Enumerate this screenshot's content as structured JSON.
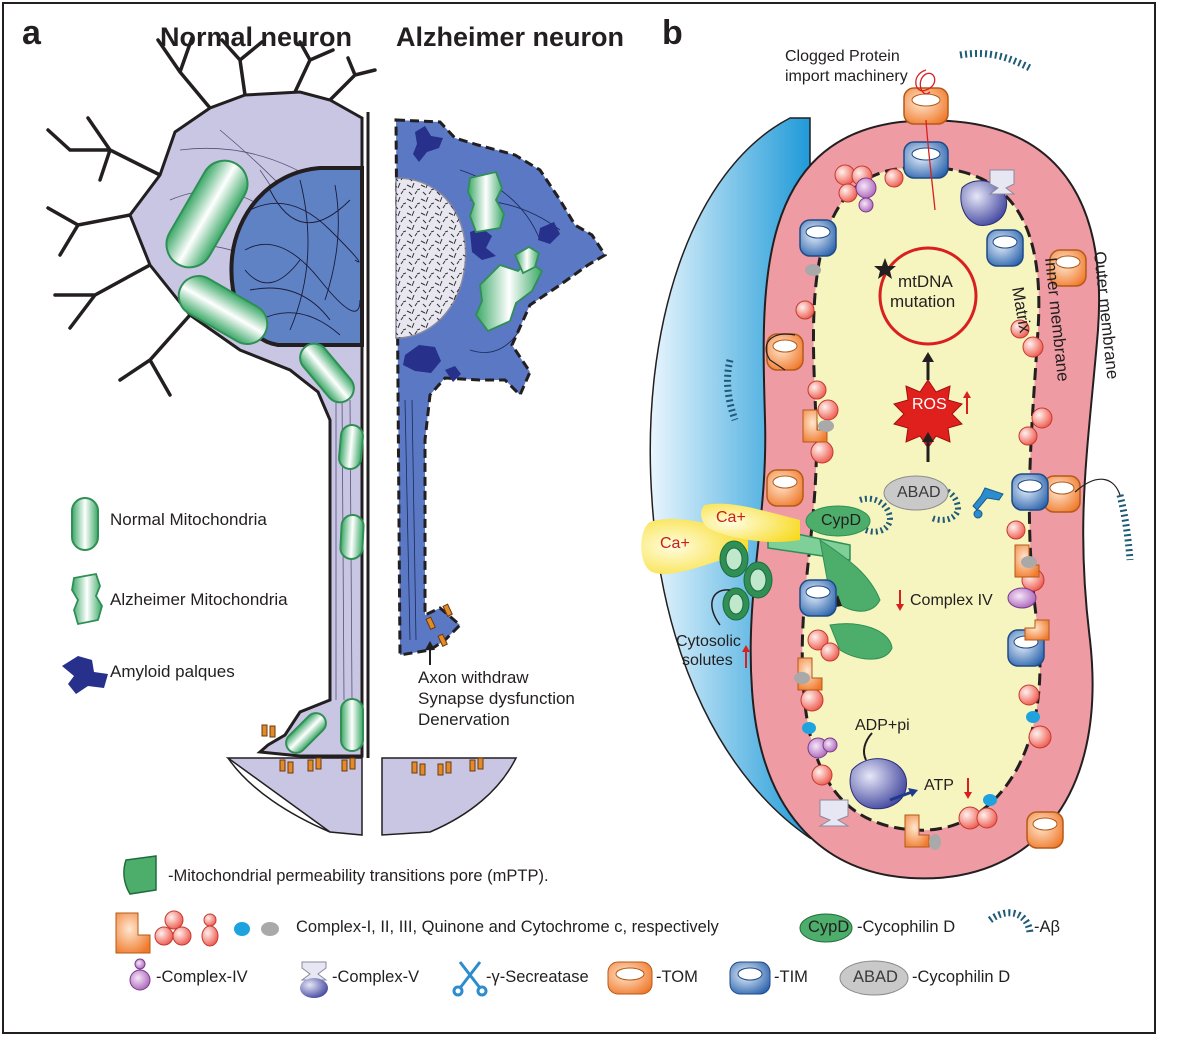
{
  "panel_a": {
    "letter": "a",
    "title_left": "Normal neuron",
    "title_right": "Alzheimer neuron",
    "legend": {
      "normal_mito": "Normal Mitochondria",
      "alz_mito": "Alzheimer Mitochondria",
      "amyloid": "Amyloid palques"
    },
    "effects": [
      "Axon withdraw",
      "Synapse dysfunction",
      "Denervation"
    ]
  },
  "panel_b": {
    "letter": "b",
    "clogged": [
      "Clogged Protein",
      "import machinery"
    ],
    "mtdna": [
      "mtDNA",
      "mutation"
    ],
    "ros": "ROS",
    "abad": "ABAD",
    "cypd": "CypD",
    "ca1": "Ca+",
    "ca2": "Ca+",
    "complex_iv": "Complex IV",
    "cytosolic": [
      "Cytosolic",
      "solutes"
    ],
    "adp": "ADP+pi",
    "atp": "ATP",
    "matrix": "Matrix",
    "inner": "Inner membrane",
    "outer": "Outer membrane"
  },
  "legend_bottom": {
    "mptp": "-Mitochondrial permeability transitions pore (mPTP).",
    "complexes": "Complex-I, II, III, Quinone and Cytochrome c, respectively",
    "cypd_tag": "CypD",
    "cypd_desc": "-Cycophilin D",
    "ab": "-Aβ",
    "complex4": "-Complex-IV",
    "complex5": "-Complex-V",
    "secretase": "-γ-Secreatase",
    "tom": "-TOM",
    "tim": "-TIM",
    "abad_tag": "ABAD",
    "abad_desc": "-Cycophilin D"
  },
  "colors": {
    "neuron_normal": "#c9c6e4",
    "neuron_alz": "#5a78c4",
    "mito_green": "#3aa866",
    "outer_membrane": "#ef9ba4",
    "matrix": "#f6f4bf",
    "cytosol_blue": "#2aa7e0",
    "complex_orange": "#f08a3c",
    "tim_blue": "#3c74b8",
    "ros_red": "#e0201c"
  }
}
